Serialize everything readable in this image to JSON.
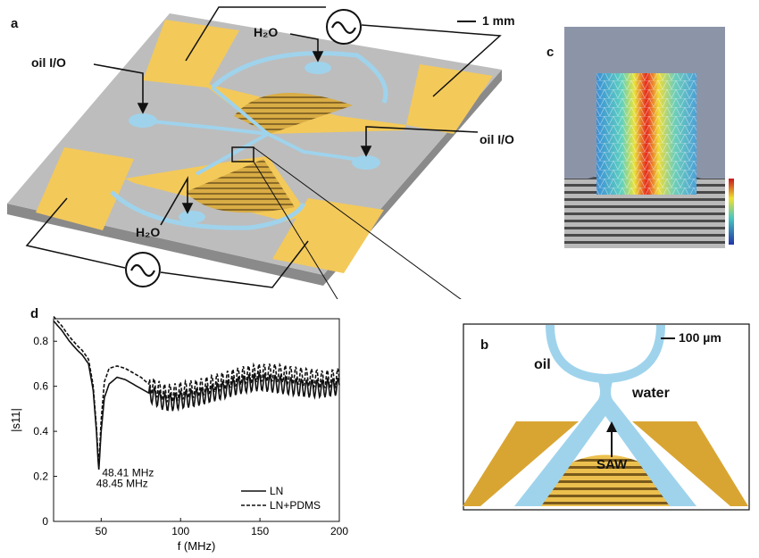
{
  "panels": {
    "a": {
      "letter": "a",
      "scale_bar": "1 mm",
      "h2o_top": "H₂O",
      "h2o_bottom": "H₂O",
      "oil_io_left": "oil I/O",
      "oil_io_right": "oil I/O",
      "ac_source_icon": "ac-source-icon"
    },
    "b": {
      "letter": "b",
      "scale_bar": "100 µm",
      "oil": "oil",
      "water": "water",
      "saw": "SAW"
    },
    "c": {
      "letter": "c"
    },
    "d": {
      "letter": "d"
    }
  },
  "colors": {
    "substrate": "#bdbdbd",
    "electrode_gold": "#f3c95a",
    "channel_blue": "#9fd3ec",
    "idt_gold": "#e2b54a"
  },
  "chart_data": {
    "type": "line",
    "xlabel": "f (MHz)",
    "ylabel": "|s11|",
    "xlim": [
      20,
      200
    ],
    "ylim": [
      0,
      0.9
    ],
    "xticks": [
      50,
      100,
      150,
      200
    ],
    "yticks": [
      0,
      0.2,
      0.4,
      0.6,
      0.8
    ],
    "grid": false,
    "legend_position": "bottom-right",
    "annotations": [
      "48.41 MHz",
      "48.45 MHz"
    ],
    "series": [
      {
        "name": "LN",
        "style": "solid",
        "x": [
          20,
          25,
          30,
          35,
          38,
          42,
          45,
          47,
          48.41,
          50,
          52,
          55,
          60,
          65,
          70,
          75,
          80,
          85,
          90,
          95,
          100,
          110,
          120,
          130,
          140,
          150,
          160,
          170,
          180,
          190,
          200
        ],
        "y": [
          0.89,
          0.85,
          0.8,
          0.76,
          0.74,
          0.7,
          0.58,
          0.4,
          0.22,
          0.4,
          0.55,
          0.61,
          0.64,
          0.63,
          0.61,
          0.59,
          0.57,
          0.55,
          0.53,
          0.53,
          0.54,
          0.55,
          0.57,
          0.59,
          0.61,
          0.62,
          0.61,
          0.6,
          0.59,
          0.59,
          0.6
        ]
      },
      {
        "name": "LN+PDMS",
        "style": "dashed",
        "x": [
          20,
          25,
          30,
          35,
          38,
          42,
          45,
          47,
          48.45,
          50,
          52,
          55,
          60,
          65,
          70,
          75,
          80,
          85,
          90,
          95,
          100,
          110,
          120,
          130,
          140,
          150,
          160,
          170,
          180,
          190,
          200
        ],
        "y": [
          0.91,
          0.87,
          0.82,
          0.78,
          0.76,
          0.72,
          0.6,
          0.42,
          0.24,
          0.45,
          0.62,
          0.68,
          0.69,
          0.68,
          0.66,
          0.64,
          0.61,
          0.59,
          0.57,
          0.57,
          0.58,
          0.59,
          0.61,
          0.63,
          0.65,
          0.66,
          0.66,
          0.65,
          0.64,
          0.63,
          0.64
        ]
      }
    ]
  }
}
